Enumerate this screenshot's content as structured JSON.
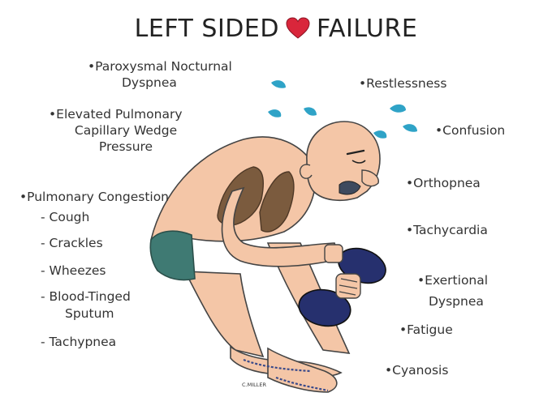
{
  "title": {
    "left": "LEFT SIDED",
    "right": "FAILURE",
    "heart_icon": "heart-icon",
    "heart_color": "#d9263b"
  },
  "left_symptoms": {
    "pnd": "Paroxysmal Nocturnal",
    "pnd2": "Dyspnea",
    "pcwp": "Elevated Pulmonary",
    "pcwp2": "Capillary Wedge",
    "pcwp3": "Pressure",
    "congestion": "Pulmonary Congestion",
    "sub": [
      "Cough",
      "Crackles",
      "Wheezes",
      "Blood-Tinged",
      "Sputum",
      "Tachypnea"
    ]
  },
  "right_symptoms": {
    "restlessness": "Restlessness",
    "confusion": "Confusion",
    "orthopnea": "Orthopnea",
    "tachycardia": "Tachycardia",
    "exertional": "Exertional",
    "exertional2": "Dyspnea",
    "fatigue": "Fatigue",
    "cyanosis": "Cyanosis"
  },
  "signature": "C.MILLER",
  "colors": {
    "skin": "#f4c6a7",
    "lungs": "#7b5b3e",
    "shorts": "#3f7a73",
    "dumbbell": "#26306e",
    "sweat": "#2fa3c7"
  }
}
